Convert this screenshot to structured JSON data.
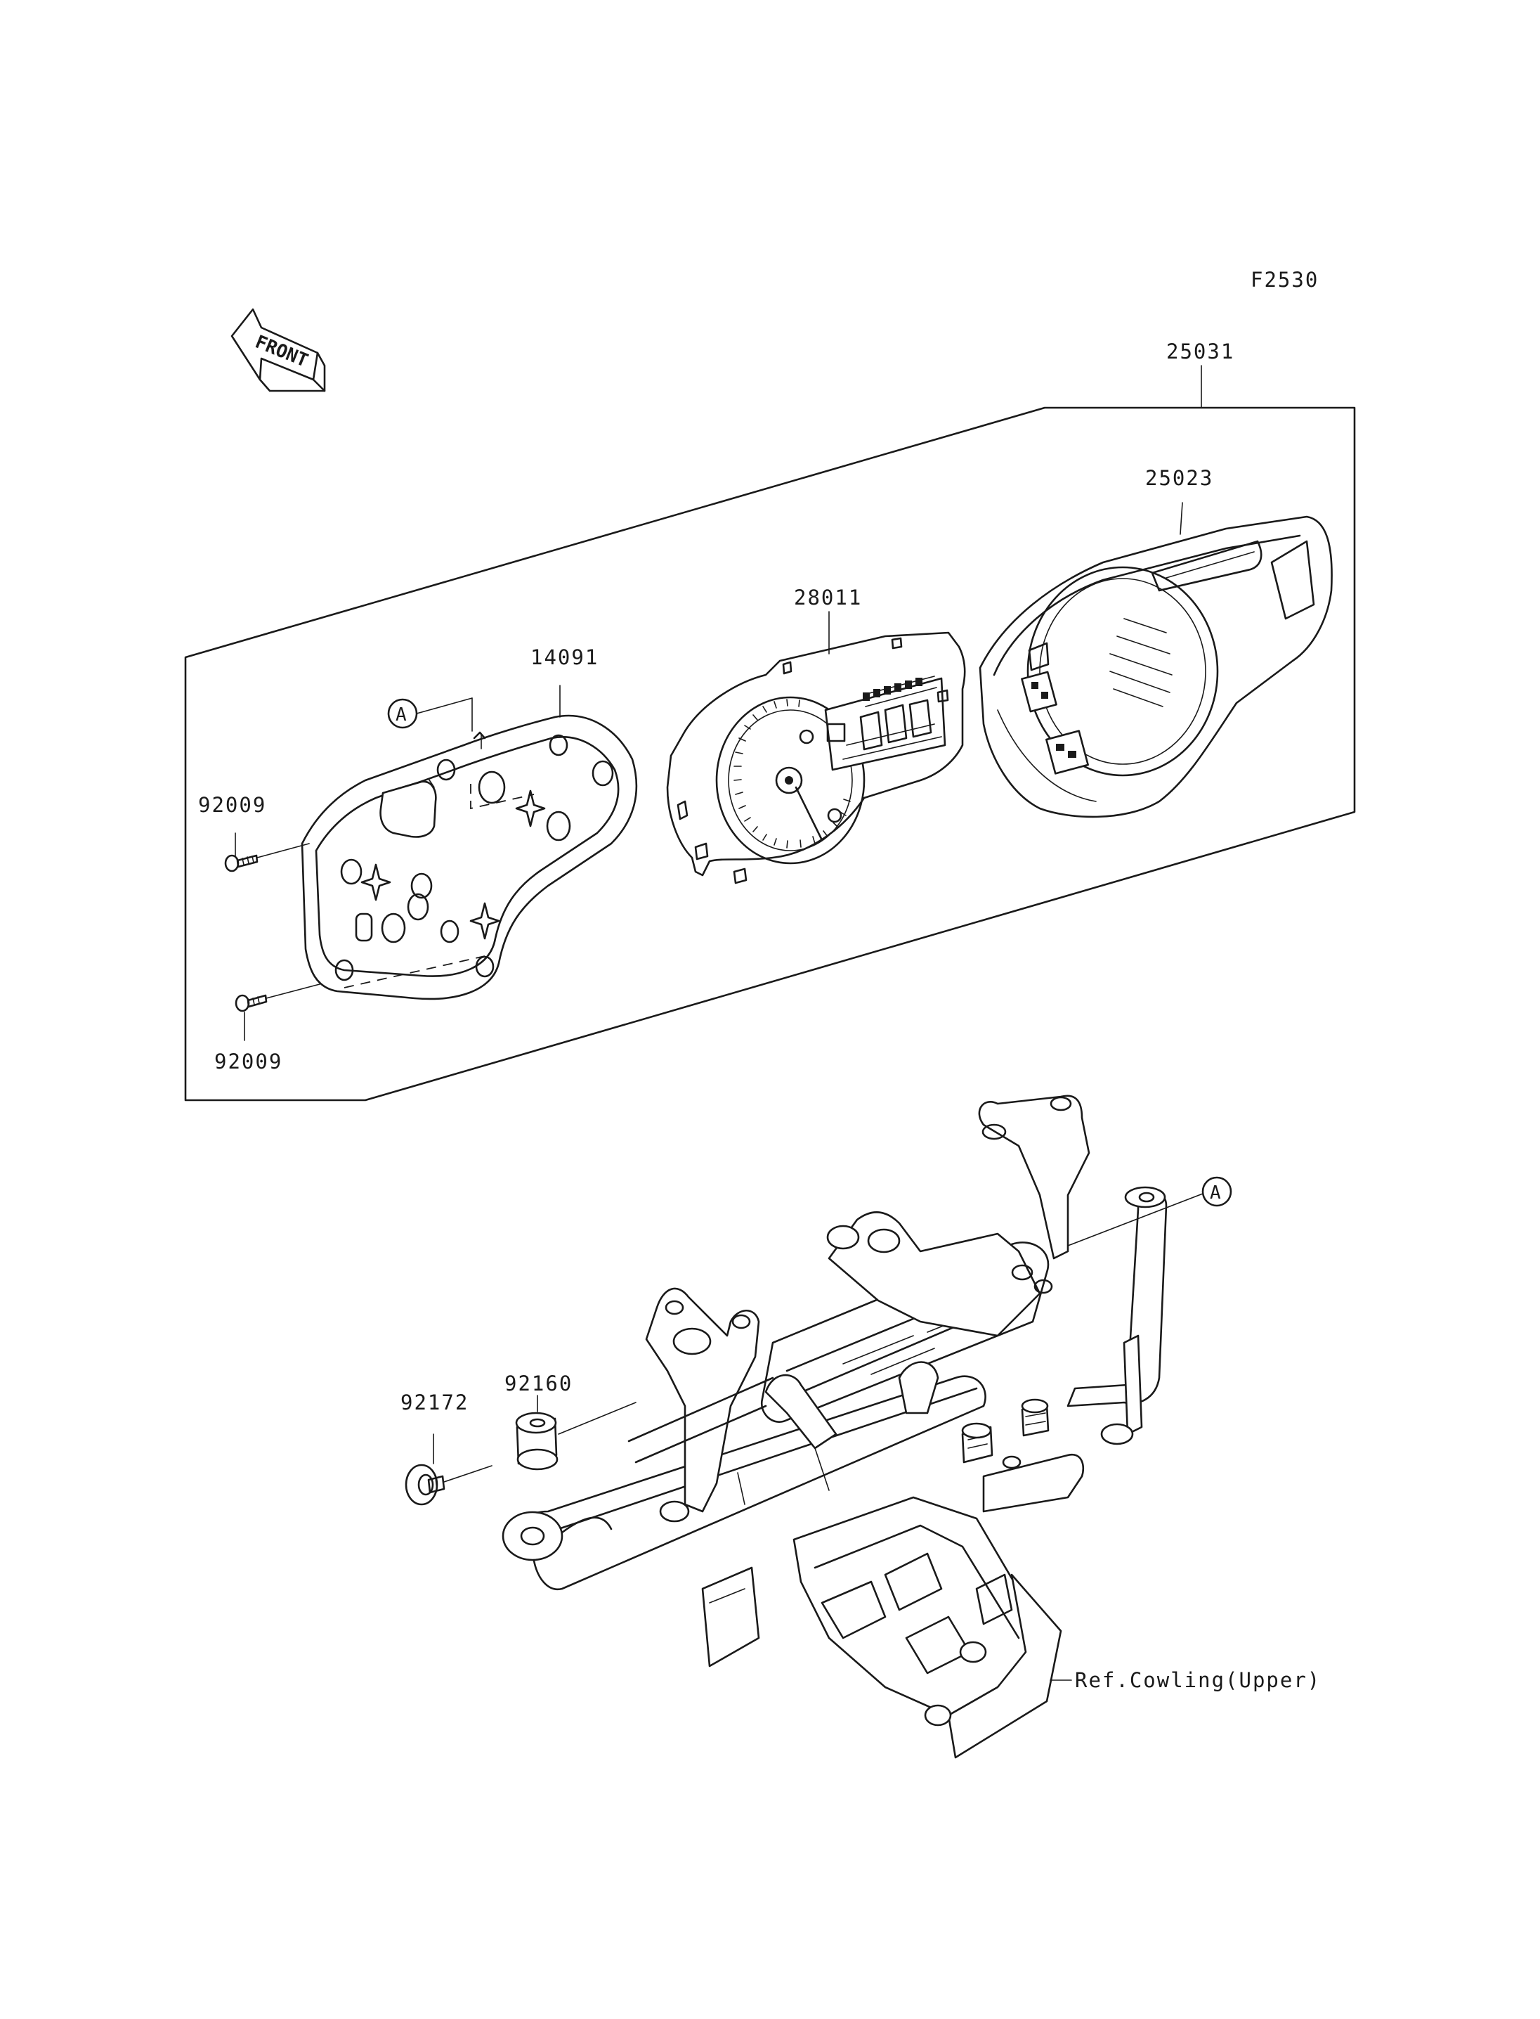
{
  "figure_code": "F2530",
  "front_badge": "FRONT",
  "reference_note": "Ref.Cowling(Upper)",
  "callout_marker": "A",
  "parts": [
    {
      "number": "25031"
    },
    {
      "number": "25023"
    },
    {
      "number": "28011"
    },
    {
      "number": "14091"
    },
    {
      "number": "92009"
    },
    {
      "number": "92009"
    },
    {
      "number": "92160"
    },
    {
      "number": "92172"
    }
  ]
}
